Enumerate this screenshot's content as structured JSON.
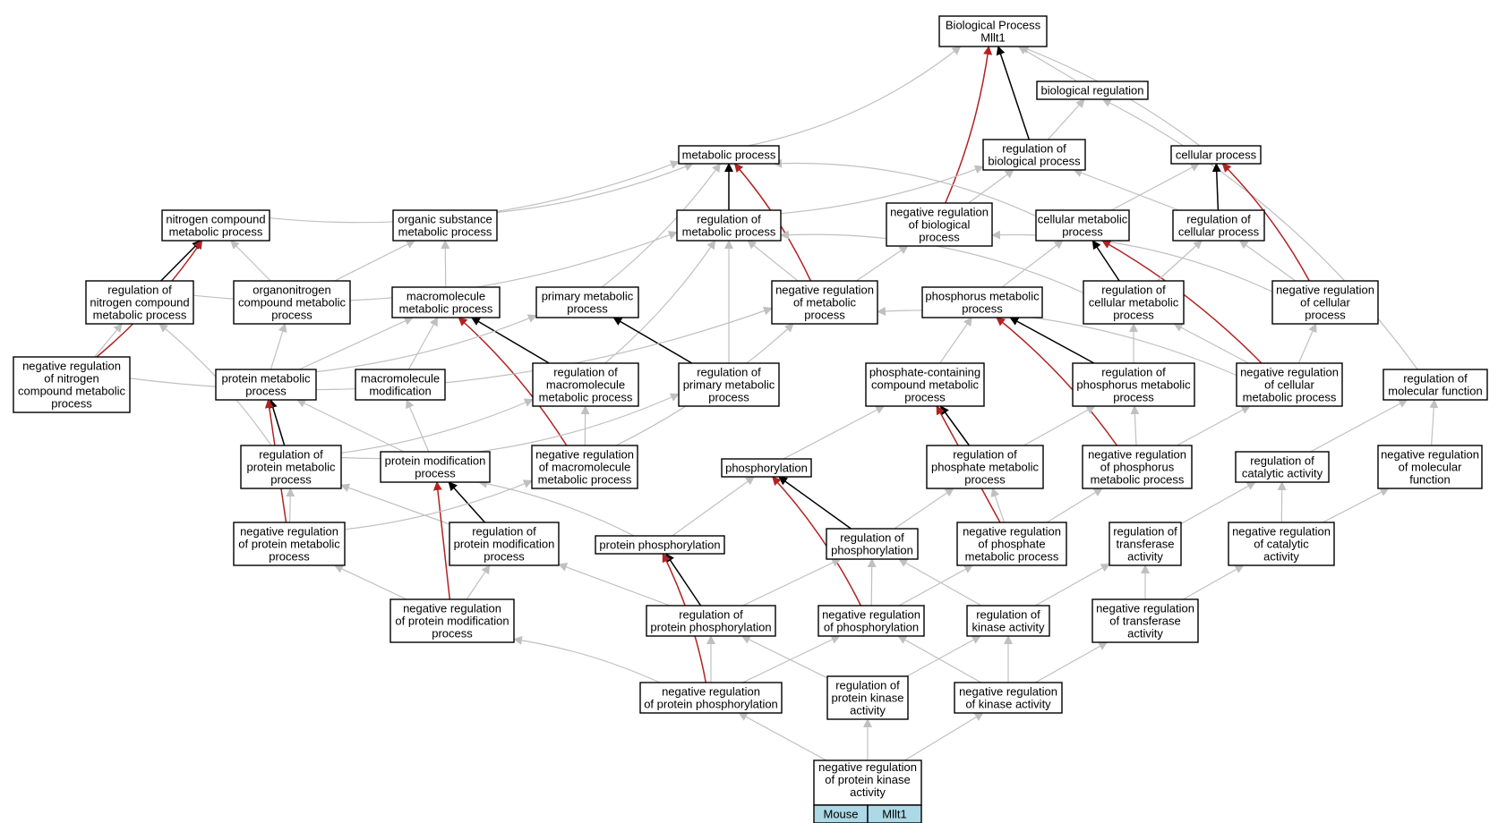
{
  "graph": {
    "nodes": [
      {
        "id": "bp",
        "lines": [
          "Biological Process",
          "Mllt1"
        ]
      },
      {
        "id": "br",
        "lines": [
          "biological regulation"
        ]
      },
      {
        "id": "mp",
        "lines": [
          "metabolic process"
        ]
      },
      {
        "id": "rbp",
        "lines": [
          "regulation of",
          "biological process"
        ]
      },
      {
        "id": "cp",
        "lines": [
          "cellular process"
        ]
      },
      {
        "id": "ncmp",
        "lines": [
          "nitrogen compound",
          "metabolic process"
        ]
      },
      {
        "id": "osmp",
        "lines": [
          "organic substance",
          "metabolic process"
        ]
      },
      {
        "id": "rmp",
        "lines": [
          "regulation of",
          "metabolic process"
        ]
      },
      {
        "id": "nrbp",
        "lines": [
          "negative regulation",
          "of biological",
          "process"
        ]
      },
      {
        "id": "cmp",
        "lines": [
          "cellular metabolic",
          "process"
        ]
      },
      {
        "id": "rcp",
        "lines": [
          "regulation of",
          "cellular process"
        ]
      },
      {
        "id": "rncmp",
        "lines": [
          "regulation of",
          "nitrogen compound",
          "metabolic process"
        ]
      },
      {
        "id": "oncmp",
        "lines": [
          "organonitrogen",
          "compound metabolic",
          "process"
        ]
      },
      {
        "id": "mmp",
        "lines": [
          "macromolecule",
          "metabolic process"
        ]
      },
      {
        "id": "pmp",
        "lines": [
          "primary metabolic",
          "process"
        ]
      },
      {
        "id": "nrmp",
        "lines": [
          "negative regulation",
          "of metabolic",
          "process"
        ]
      },
      {
        "id": "phmp",
        "lines": [
          "phosphorus metabolic",
          "process"
        ]
      },
      {
        "id": "rcmp",
        "lines": [
          "regulation of",
          "cellular metabolic",
          "process"
        ]
      },
      {
        "id": "nrcp",
        "lines": [
          "negative regulation",
          "of cellular",
          "process"
        ]
      },
      {
        "id": "nrncmp",
        "lines": [
          "negative regulation",
          "of nitrogen",
          "compound metabolic",
          "process"
        ]
      },
      {
        "id": "protmp",
        "lines": [
          "protein metabolic",
          "process"
        ]
      },
      {
        "id": "mm",
        "lines": [
          "macromolecule",
          "modification"
        ]
      },
      {
        "id": "rmmp",
        "lines": [
          "regulation of",
          "macromolecule",
          "metabolic process"
        ]
      },
      {
        "id": "rpmp",
        "lines": [
          "regulation of",
          "primary metabolic",
          "process"
        ]
      },
      {
        "id": "pccmp",
        "lines": [
          "phosphate-containing",
          "compound metabolic",
          "process"
        ]
      },
      {
        "id": "rphmp",
        "lines": [
          "regulation of",
          "phosphorus metabolic",
          "process"
        ]
      },
      {
        "id": "nrcmp",
        "lines": [
          "negative regulation",
          "of cellular",
          "metabolic process"
        ]
      },
      {
        "id": "rmf",
        "lines": [
          "regulation of",
          "molecular function"
        ]
      },
      {
        "id": "rprotmp",
        "lines": [
          "regulation of",
          "protein metabolic",
          "process"
        ]
      },
      {
        "id": "pmod",
        "lines": [
          "protein modification",
          "process"
        ]
      },
      {
        "id": "nrmmp",
        "lines": [
          "negative regulation",
          "of macromolecule",
          "metabolic process"
        ]
      },
      {
        "id": "phos",
        "lines": [
          "phosphorylation"
        ]
      },
      {
        "id": "rpcmp",
        "lines": [
          "regulation of",
          "phosphate metabolic",
          "process"
        ]
      },
      {
        "id": "nrphmp",
        "lines": [
          "negative regulation",
          "of phosphorus",
          "metabolic process"
        ]
      },
      {
        "id": "rca",
        "lines": [
          "regulation of",
          "catalytic activity"
        ]
      },
      {
        "id": "nrmf",
        "lines": [
          "negative regulation",
          "of molecular",
          "function"
        ]
      },
      {
        "id": "nrprotmp",
        "lines": [
          "negative regulation",
          "of protein metabolic",
          "process"
        ]
      },
      {
        "id": "rpmod",
        "lines": [
          "regulation of",
          "protein modification",
          "process"
        ]
      },
      {
        "id": "pphos",
        "lines": [
          "protein phosphorylation"
        ]
      },
      {
        "id": "rphos",
        "lines": [
          "regulation of",
          "phosphorylation"
        ]
      },
      {
        "id": "nrpcmp",
        "lines": [
          "negative regulation",
          "of phosphate",
          "metabolic process"
        ]
      },
      {
        "id": "rta",
        "lines": [
          "regulation of",
          "transferase",
          "activity"
        ]
      },
      {
        "id": "nrca",
        "lines": [
          "negative regulation",
          "of catalytic",
          "activity"
        ]
      },
      {
        "id": "nrpmod",
        "lines": [
          "negative regulation",
          "of protein modification",
          "process"
        ]
      },
      {
        "id": "rpphos",
        "lines": [
          "regulation of",
          "protein phosphorylation"
        ]
      },
      {
        "id": "nrphos",
        "lines": [
          "negative regulation",
          "of phosphorylation"
        ]
      },
      {
        "id": "rka",
        "lines": [
          "regulation of",
          "kinase activity"
        ]
      },
      {
        "id": "nrta",
        "lines": [
          "negative regulation",
          "of transferase",
          "activity"
        ]
      },
      {
        "id": "nrpphos",
        "lines": [
          "negative regulation",
          "of protein phosphorylation"
        ]
      },
      {
        "id": "rpka",
        "lines": [
          "regulation of",
          "protein kinase",
          "activity"
        ]
      },
      {
        "id": "nrka",
        "lines": [
          "negative regulation",
          "of kinase activity"
        ]
      },
      {
        "id": "nrpka",
        "lines": [
          "negative regulation",
          "of protein kinase",
          "activity"
        ]
      }
    ],
    "query_cells": [
      "Mouse",
      "Mllt1"
    ],
    "colors": {
      "is_a": "#c0c0c0",
      "part_of": "#000000",
      "negatively_regulates": "#b22222",
      "node_border": "#000000",
      "query_fill": "#add8e6"
    },
    "edges": [
      [
        "mp",
        "bp",
        "is_a"
      ],
      [
        "br",
        "bp",
        "is_a"
      ],
      [
        "cp",
        "bp",
        "is_a"
      ],
      [
        "rbp",
        "bp",
        "part_of"
      ],
      [
        "nrbp",
        "bp",
        "negatively_regulates"
      ],
      [
        "rbp",
        "br",
        "is_a"
      ],
      [
        "rmf",
        "br",
        "is_a"
      ],
      [
        "ncmp",
        "mp",
        "is_a"
      ],
      [
        "osmp",
        "mp",
        "is_a"
      ],
      [
        "pmp",
        "mp",
        "is_a"
      ],
      [
        "cmp",
        "mp",
        "is_a"
      ],
      [
        "rmp",
        "mp",
        "part_of"
      ],
      [
        "nrmp",
        "mp",
        "negatively_regulates"
      ],
      [
        "rmp",
        "rbp",
        "is_a"
      ],
      [
        "nrbp",
        "rbp",
        "is_a"
      ],
      [
        "rcp",
        "rbp",
        "is_a"
      ],
      [
        "cmp",
        "cp",
        "is_a"
      ],
      [
        "rcp",
        "cp",
        "part_of"
      ],
      [
        "nrcp",
        "cp",
        "negatively_regulates"
      ],
      [
        "rncmp",
        "ncmp",
        "part_of"
      ],
      [
        "oncmp",
        "ncmp",
        "is_a"
      ],
      [
        "nrncmp",
        "ncmp",
        "negatively_regulates"
      ],
      [
        "mmp",
        "osmp",
        "is_a"
      ],
      [
        "oncmp",
        "osmp",
        "is_a"
      ],
      [
        "rncmp",
        "rmp",
        "is_a"
      ],
      [
        "nrmp",
        "rmp",
        "is_a"
      ],
      [
        "rmmp",
        "rmp",
        "is_a"
      ],
      [
        "rpmp",
        "rmp",
        "is_a"
      ],
      [
        "rcmp",
        "rmp",
        "is_a"
      ],
      [
        "nrmp",
        "nrbp",
        "is_a"
      ],
      [
        "nrcp",
        "nrbp",
        "is_a"
      ],
      [
        "phmp",
        "cmp",
        "is_a"
      ],
      [
        "rcmp",
        "cmp",
        "part_of"
      ],
      [
        "nrcmp",
        "cmp",
        "negatively_regulates"
      ],
      [
        "rcmp",
        "rcp",
        "is_a"
      ],
      [
        "nrcp",
        "rcp",
        "is_a"
      ],
      [
        "nrncmp",
        "rncmp",
        "is_a"
      ],
      [
        "rprotmp",
        "rncmp",
        "is_a"
      ],
      [
        "protmp",
        "oncmp",
        "is_a"
      ],
      [
        "protmp",
        "mmp",
        "is_a"
      ],
      [
        "mm",
        "mmp",
        "is_a"
      ],
      [
        "rmmp",
        "mmp",
        "part_of"
      ],
      [
        "nrmmp",
        "mmp",
        "negatively_regulates"
      ],
      [
        "protmp",
        "pmp",
        "is_a"
      ],
      [
        "rpmp",
        "pmp",
        "part_of"
      ],
      [
        "nrncmp",
        "nrmp",
        "is_a"
      ],
      [
        "nrmmp",
        "nrmp",
        "is_a"
      ],
      [
        "nrcmp",
        "nrmp",
        "is_a"
      ],
      [
        "pccmp",
        "phmp",
        "is_a"
      ],
      [
        "rphmp",
        "phmp",
        "part_of"
      ],
      [
        "nrphmp",
        "phmp",
        "negatively_regulates"
      ],
      [
        "rphmp",
        "rcmp",
        "is_a"
      ],
      [
        "nrcmp",
        "rcmp",
        "is_a"
      ],
      [
        "nrcmp",
        "nrcp",
        "is_a"
      ],
      [
        "rprotmp",
        "protmp",
        "part_of"
      ],
      [
        "pmod",
        "protmp",
        "is_a"
      ],
      [
        "nrprotmp",
        "protmp",
        "negatively_regulates"
      ],
      [
        "pmod",
        "mm",
        "is_a"
      ],
      [
        "nrmmp",
        "rmmp",
        "is_a"
      ],
      [
        "rprotmp",
        "rmmp",
        "is_a"
      ],
      [
        "rprotmp",
        "rpmp",
        "is_a"
      ],
      [
        "phos",
        "pccmp",
        "is_a"
      ],
      [
        "rpcmp",
        "pccmp",
        "part_of"
      ],
      [
        "nrpcmp",
        "pccmp",
        "negatively_regulates"
      ],
      [
        "rpcmp",
        "rphmp",
        "is_a"
      ],
      [
        "nrphmp",
        "rphmp",
        "is_a"
      ],
      [
        "nrphmp",
        "nrcmp",
        "is_a"
      ],
      [
        "rca",
        "rmf",
        "is_a"
      ],
      [
        "nrmf",
        "rmf",
        "is_a"
      ],
      [
        "nrprotmp",
        "rprotmp",
        "is_a"
      ],
      [
        "rpmod",
        "rprotmp",
        "is_a"
      ],
      [
        "pphos",
        "pmod",
        "is_a"
      ],
      [
        "rpmod",
        "pmod",
        "part_of"
      ],
      [
        "nrpmod",
        "pmod",
        "negatively_regulates"
      ],
      [
        "nrprotmp",
        "nrmmp",
        "is_a"
      ],
      [
        "pphos",
        "phos",
        "is_a"
      ],
      [
        "rphos",
        "phos",
        "part_of"
      ],
      [
        "nrphos",
        "phos",
        "negatively_regulates"
      ],
      [
        "rphos",
        "rpcmp",
        "is_a"
      ],
      [
        "nrpcmp",
        "rpcmp",
        "is_a"
      ],
      [
        "nrpcmp",
        "nrphmp",
        "is_a"
      ],
      [
        "rta",
        "rca",
        "is_a"
      ],
      [
        "nrca",
        "rca",
        "is_a"
      ],
      [
        "nrca",
        "nrmf",
        "is_a"
      ],
      [
        "nrpmod",
        "nrprotmp",
        "is_a"
      ],
      [
        "nrpmod",
        "rpmod",
        "is_a"
      ],
      [
        "rpphos",
        "rpmod",
        "is_a"
      ],
      [
        "rpphos",
        "pphos",
        "part_of"
      ],
      [
        "nrpphos",
        "pphos",
        "negatively_regulates"
      ],
      [
        "rpphos",
        "rphos",
        "is_a"
      ],
      [
        "nrphos",
        "rphos",
        "is_a"
      ],
      [
        "rka",
        "rphos",
        "is_a"
      ],
      [
        "nrphos",
        "nrpcmp",
        "is_a"
      ],
      [
        "rka",
        "rta",
        "is_a"
      ],
      [
        "nrta",
        "rta",
        "is_a"
      ],
      [
        "nrta",
        "nrca",
        "is_a"
      ],
      [
        "nrpphos",
        "nrpmod",
        "is_a"
      ],
      [
        "nrpphos",
        "rpphos",
        "is_a"
      ],
      [
        "rpka",
        "rpphos",
        "is_a"
      ],
      [
        "nrpphos",
        "nrphos",
        "is_a"
      ],
      [
        "nrka",
        "nrphos",
        "is_a"
      ],
      [
        "nrka",
        "rka",
        "is_a"
      ],
      [
        "rpka",
        "rka",
        "is_a"
      ],
      [
        "nrka",
        "nrta",
        "is_a"
      ],
      [
        "nrpka",
        "nrpphos",
        "is_a"
      ],
      [
        "nrpka",
        "rpka",
        "is_a"
      ],
      [
        "nrpka",
        "nrka",
        "is_a"
      ]
    ]
  }
}
